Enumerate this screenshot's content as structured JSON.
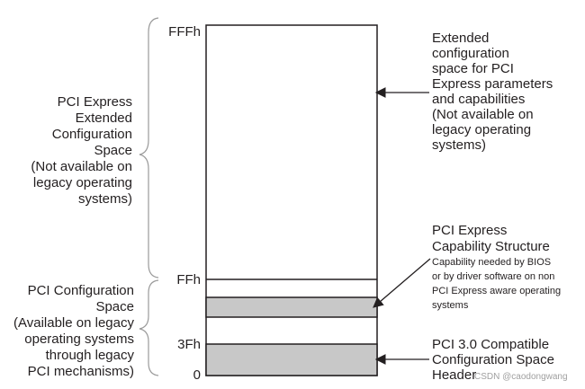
{
  "labels": {
    "pcie_ext_space": [
      "PCI Express",
      "Extended",
      "Configuration",
      "Space",
      "(Not available on",
      "legacy operating",
      "systems)"
    ],
    "pci_config_space": [
      "PCI Configuration",
      "Space",
      "(Available on legacy",
      "operating systems",
      "through legacy",
      "PCI mechanisms)"
    ]
  },
  "addresses": {
    "fffh": "FFFh",
    "ffh": "FFh",
    "3fh": "3Fh",
    "zero": "0"
  },
  "annotations": {
    "extended": [
      "Extended",
      "configuration",
      "space for PCI",
      "Express parameters",
      "and capabilities",
      "(Not available on",
      "legacy operating",
      "systems)"
    ],
    "capability_title": [
      "PCI Express",
      "Capability Structure"
    ],
    "capability_desc": [
      "Capability needed  by BIOS",
      "or by driver software on non",
      "PCI Express aware operating",
      "systems"
    ],
    "header": [
      "PCI 3.0 Compatible",
      "Configuration Space",
      "Header"
    ]
  },
  "watermark": "CSDN @caodongwang",
  "colors": {
    "stroke": "#231f20",
    "shaded": "#c8c8c8",
    "brace": "#9a9a9a"
  }
}
